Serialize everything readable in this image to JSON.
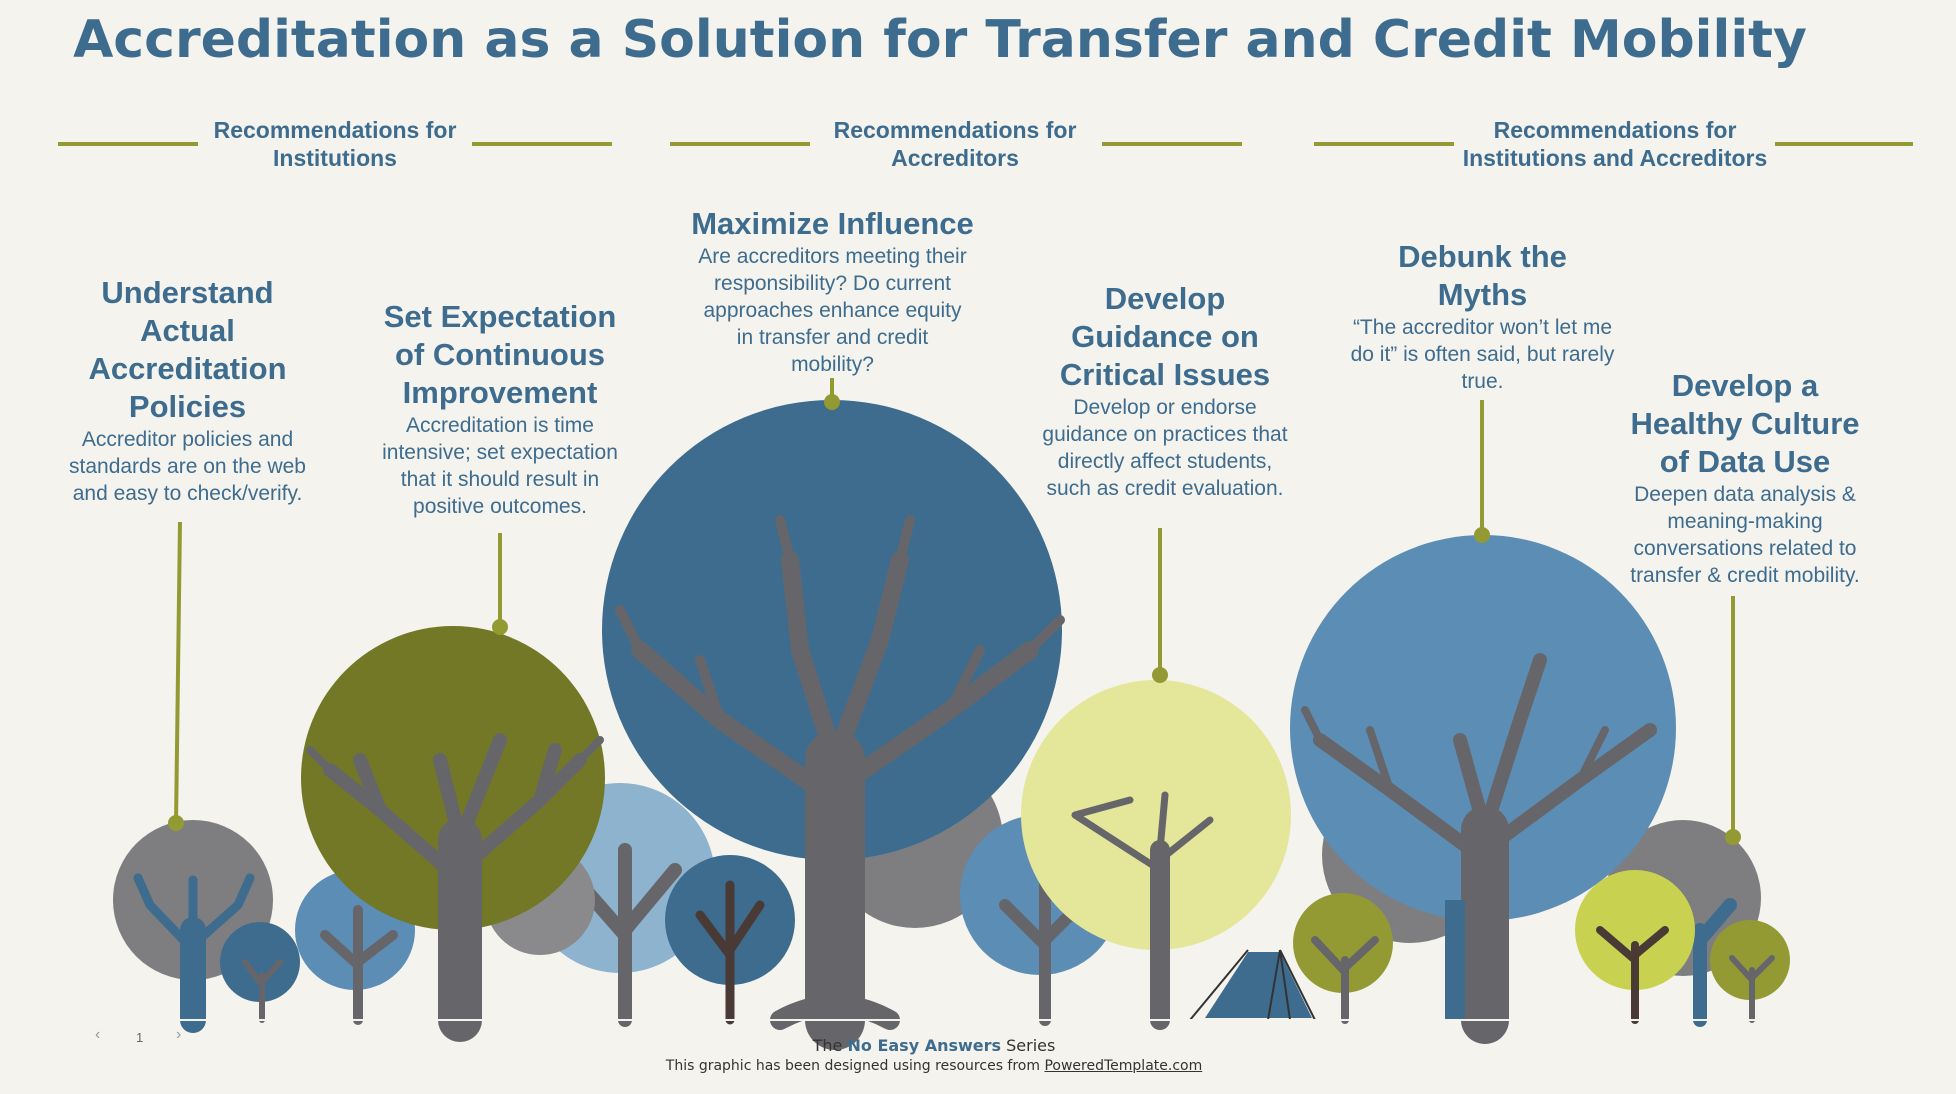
{
  "title": "Accreditation as a Solution for Transfer and Credit Mobility",
  "sections": [
    {
      "line1": "Recommendations for",
      "line2": "Institutions"
    },
    {
      "line1": "Recommendations for",
      "line2": "Accreditors"
    },
    {
      "line1": "Recommendations for",
      "line2": "Institutions and Accreditors"
    }
  ],
  "items": [
    {
      "heading": "Understand Actual Accreditation Policies",
      "body": "Accreditor policies and standards are on the web and easy to check/verify."
    },
    {
      "heading": "Set Expectation of Continuous Improvement",
      "body": "Accreditation is time intensive; set expectation that it should result in positive outcomes."
    },
    {
      "heading": "Maximize Influence",
      "body": "Are accreditors meeting their responsibility? Do current approaches enhance equity in transfer and credit mobility?"
    },
    {
      "heading": "Develop Guidance on Critical Issues",
      "body": "Develop or endorse guidance on practices that directly affect students, such as credit evaluation."
    },
    {
      "heading": "Debunk the Myths",
      "body": "“The accreditor won’t let me do it” is often said, but rarely true."
    },
    {
      "heading": "Develop a Healthy Culture of Data Use",
      "body": "Deepen data analysis & meaning-making conversations related to transfer & credit mobility."
    }
  ],
  "footer": {
    "prefix": "The",
    "series": "No Easy Answers",
    "suffix": "Series",
    "credit": "This graphic has been designed using resources from",
    "link": "PoweredTemplate.com"
  },
  "pager": {
    "prev_icon": "chevron-left-icon",
    "page": "1",
    "next_icon": "chevron-right-icon"
  },
  "colors": {
    "accent_text": "#3e6c8f",
    "olive_line": "#939a34",
    "trunk": "#66666a"
  }
}
